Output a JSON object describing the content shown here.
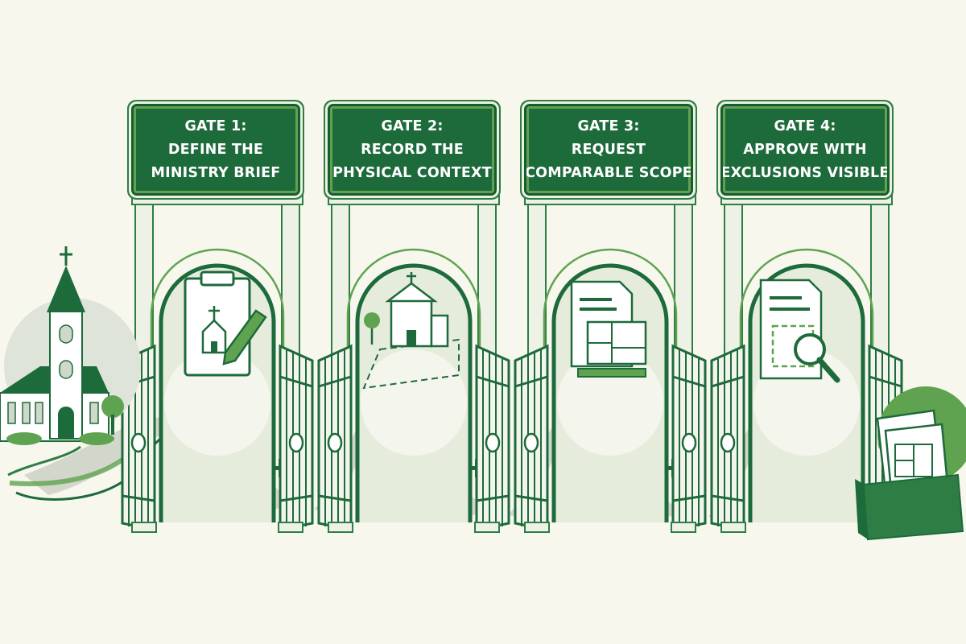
{
  "gates": [
    {
      "label": "GATE 1:",
      "line1": "DEFINE THE",
      "line2": "MINISTRY BRIEF"
    },
    {
      "label": "GATE 2:",
      "line1": "RECORD THE",
      "line2": "PHYSICAL CONTEXT"
    },
    {
      "label": "GATE 3:",
      "line1": "REQUEST",
      "line2": "COMPARABLE SCOPE"
    },
    {
      "label": "GATE 4:",
      "line1": "APPROVE WITH",
      "line2": "EXCLUSIONS VISIBLE"
    }
  ],
  "colors": {
    "dark_green": "#1d6a3b",
    "accent_green": "#5fa350",
    "arch_fill": "#e8eee0",
    "path_gray": "#cfd3c6",
    "background": "#f7f7ee"
  },
  "icons": [
    "church-icon",
    "clipboard-icon",
    "site-plan-icon",
    "floor-plan-document-icon",
    "magnifier-document-icon",
    "document-tray-icon"
  ]
}
